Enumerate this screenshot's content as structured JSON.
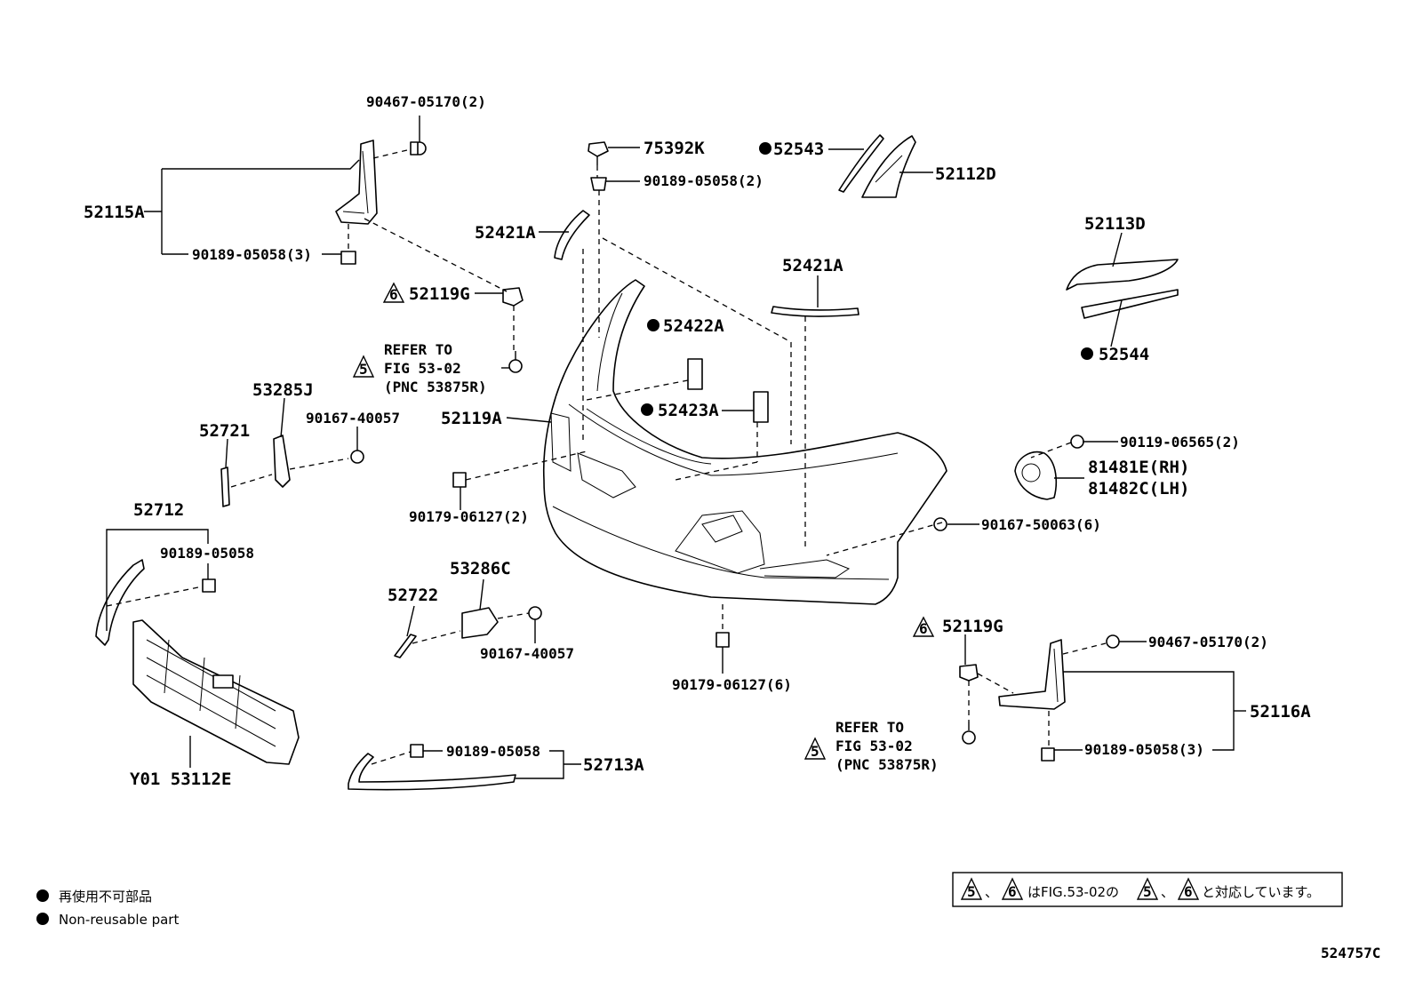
{
  "diagram": {
    "figure_code": "524757C",
    "labels": {
      "p90467_top": "90467-05170(2)",
      "p52115A": "52115A",
      "p90189_3_top": "90189-05058(3)",
      "p75392K": "75392K",
      "p90189_2": "90189-05058(2)",
      "p52543": "52543",
      "p52112D": "52112D",
      "p52421A_left": "52421A",
      "p52421A_right": "52421A",
      "p52113D": "52113D",
      "p52544": "52544",
      "p52119G_top": "52119G",
      "p52422A": "52422A",
      "p52423A": "52423A",
      "p52119A": "52119A",
      "p53285J": "53285J",
      "p52721": "52721",
      "p90167_40057_top": "90167-40057",
      "p90179_2": "90179-06127(2)",
      "p90119": "90119-06565(2)",
      "p81481E": "81481E(RH)",
      "p81482C": "81482C(LH)",
      "p90167_50063": "90167-50063(6)",
      "p52712": "52712",
      "p90189_single": "90189-05058",
      "p53286C": "53286C",
      "p52722": "52722",
      "p90167_40057_bot": "90167-40057",
      "p90179_6": "90179-06127(6)",
      "p52119G_bot": "52119G",
      "p90467_bot": "90467-05170(2)",
      "p52116A": "52116A",
      "p90189_3_bot": "90189-05058(3)",
      "pY01": "Y01 53112E",
      "p90189_grille": "90189-05058",
      "p52713A": "52713A"
    },
    "refer_top": [
      "REFER TO",
      "FIG 53-02",
      "(PNC 53875R)"
    ],
    "refer_bottom": [
      "REFER TO",
      "FIG 53-02",
      "(PNC 53875R)"
    ],
    "triangle_5": "5",
    "triangle_6": "6",
    "legend": {
      "jp": "再使用不可部品",
      "en": "Non-reusable part"
    },
    "note": {
      "sep": "、",
      "text_mid": "はFIG.53-02の",
      "text_end": "と対応しています。"
    }
  }
}
